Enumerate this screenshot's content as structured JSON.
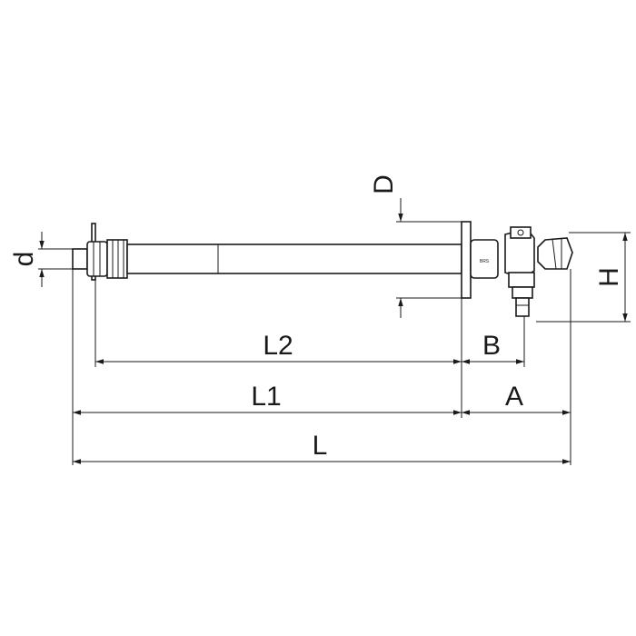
{
  "dimensions": {
    "d": "d",
    "D": "D",
    "H": "H",
    "L2": "L2",
    "B": "B",
    "L1": "L1",
    "A": "A",
    "L": "L"
  },
  "valve_marking": "BRS",
  "colors": {
    "line": "#1a1a1a",
    "background": "#ffffff"
  }
}
